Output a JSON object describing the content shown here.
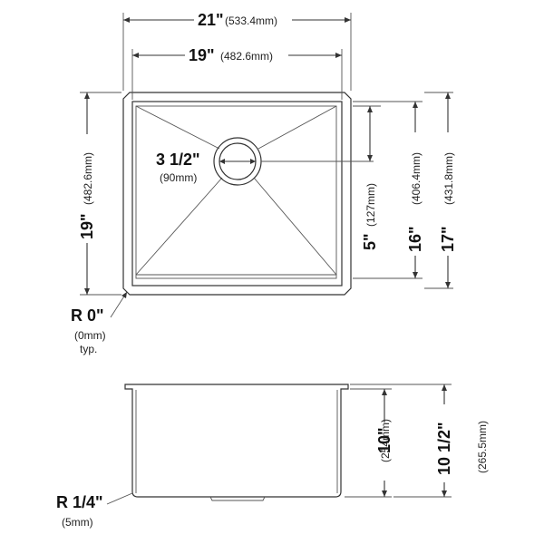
{
  "top_view": {
    "overall_width": {
      "imperial": "21\"",
      "metric": "(533.4mm)"
    },
    "bowl_width": {
      "imperial": "19\"",
      "metric": "(482.6mm)"
    },
    "bowl_depth_left": {
      "imperial": "19\"",
      "metric": "(482.6mm)"
    },
    "drain_diameter": {
      "imperial": "3 1/2\"",
      "metric": "(90mm)"
    },
    "drain_offset": {
      "imperial": "5\"",
      "metric": "(127mm)"
    },
    "bowl_depth_right": {
      "imperial": "16\"",
      "metric": "(406.4mm)"
    },
    "overall_depth": {
      "imperial": "17\"",
      "metric": "(431.8mm)"
    },
    "corner_radius": {
      "imperial": "R 0\"",
      "metric": "(0mm)",
      "note": "typ."
    }
  },
  "side_view": {
    "bowl_height": {
      "imperial": "10\"",
      "metric": "(254mm)"
    },
    "overall_height": {
      "imperial": "10 1/2\"",
      "metric": "(265.5mm)"
    },
    "bottom_radius": {
      "imperial": "R 1/4\"",
      "metric": "(5mm)"
    }
  }
}
